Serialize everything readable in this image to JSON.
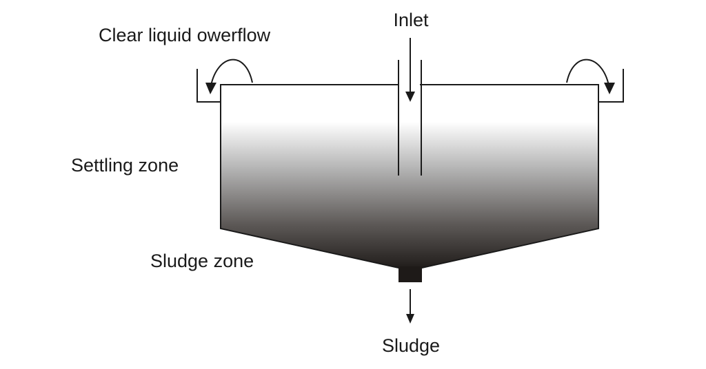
{
  "labels": {
    "overflow": "Clear liquid owerflow",
    "inlet": "Inlet",
    "settling_zone": "Settling zone",
    "sludge_zone": "Sludge zone",
    "sludge": "Sludge"
  },
  "colors": {
    "line": "#1a1a1a",
    "fill_top": "#ffffff",
    "fill_bottom": "#1e1a18"
  }
}
